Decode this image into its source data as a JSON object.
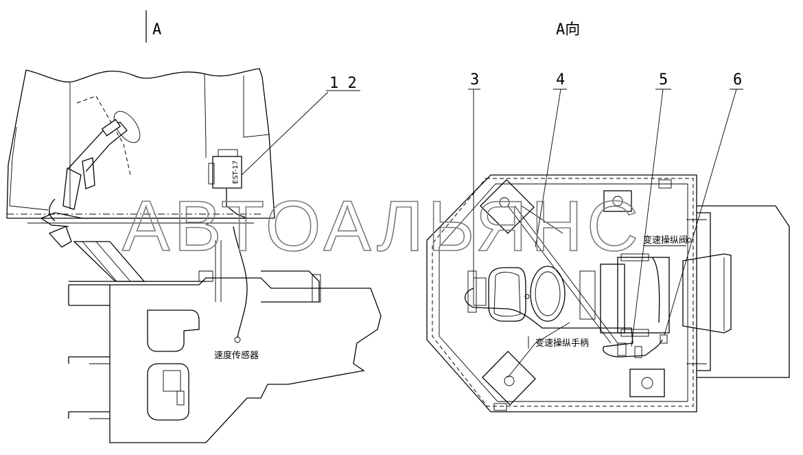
{
  "views": {
    "left_label": "A",
    "right_label": "A向"
  },
  "callouts": {
    "c12": "1 2",
    "c3": "3",
    "c4": "4",
    "c5": "5",
    "c6": "6"
  },
  "annotations": {
    "speed_sensor": "速度传感器",
    "shift_valve": "变速操纵阀",
    "shift_handle": "变速操纵手柄",
    "est_box": "EST-17"
  },
  "watermark": "АВТОАЛЬЯНС"
}
